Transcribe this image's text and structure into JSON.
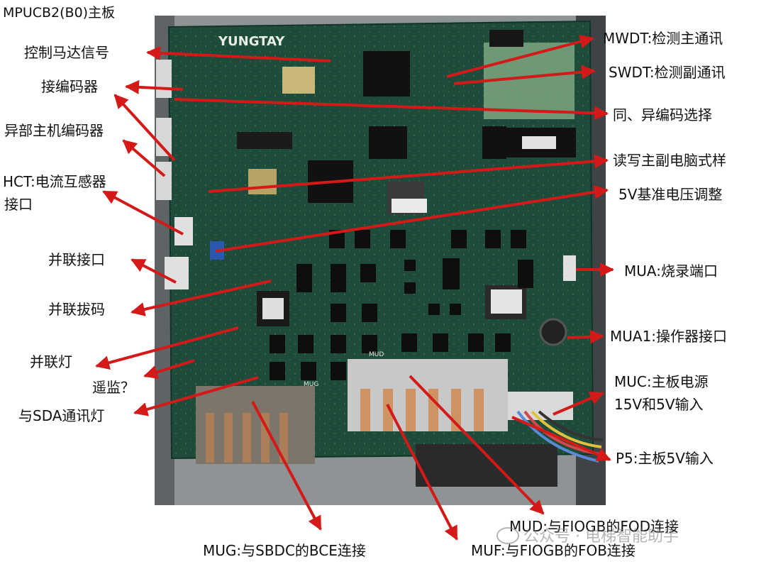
{
  "title": "MPUCB2(B0)主板",
  "board_brand": "YUNGTAY",
  "connector_tag": "MUG",
  "connector_tag2": "MUD",
  "labels_left": [
    "控制马达信号",
    "接编码器",
    "异部主机编码器",
    "HCT:电流互感器",
    "接口",
    "并联接口",
    "并联拔码",
    "并联灯",
    "遥监？",
    "与SDA通讯灯"
  ],
  "labels_right": [
    "MWDT:检测主通讯",
    "SWDT:检测副通讯",
    "同、异编码选择",
    "读写主副电脑式样",
    "5V基准电压调整",
    "MUA:烧录端口",
    "MUA1:操作器接口",
    "MUC:主板电源",
    "15V和5V输入",
    "P5:主板5V输入"
  ],
  "labels_bottom": [
    "MUD:与FIOGB的FOD连接",
    "MUG:与SBDC的BCE连接",
    "MUF:与FIOGB的FOB连接"
  ],
  "watermark": "公众号 · 电梯智能助手",
  "colors": {
    "arrow": "#d41919",
    "board": "#1e4a3a",
    "frame": "#9a9a9a",
    "text": "#111111"
  }
}
